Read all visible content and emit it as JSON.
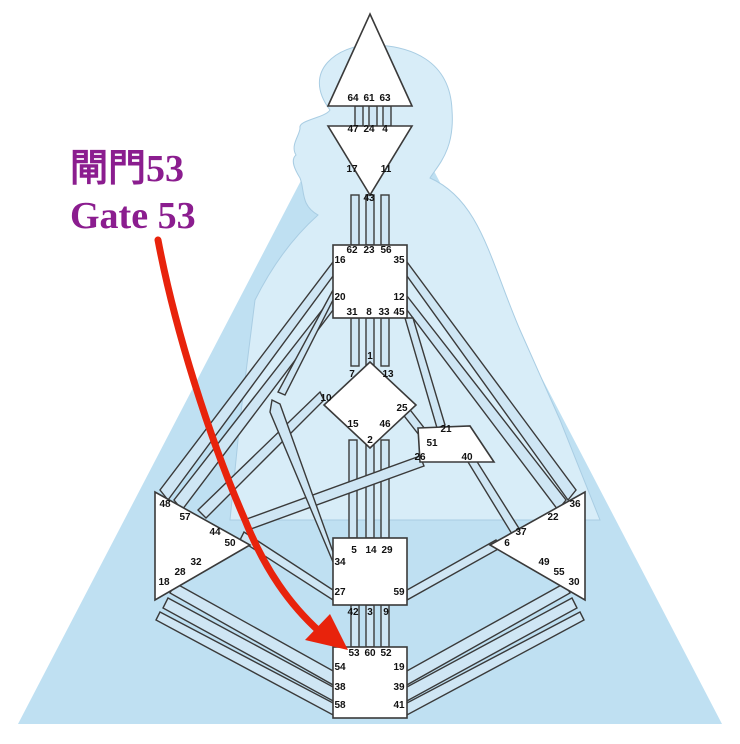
{
  "callout": {
    "title_zh": "閘門53",
    "title_en": "Gate 53",
    "highlight_gate": "53",
    "arrow_color": "#e8230c",
    "text_color": "#8b1d8f"
  },
  "colors": {
    "triangle_fill": "#bfe0f2",
    "figure_fill": "#d8edf8",
    "center_fill": "#ffffff",
    "channel_fill": "#cfe6f4",
    "stroke": "#3a3a3a"
  },
  "gates": [
    {
      "id": "64",
      "label": "64"
    },
    {
      "id": "61",
      "label": "61"
    },
    {
      "id": "63",
      "label": "63"
    },
    {
      "id": "47",
      "label": "47"
    },
    {
      "id": "24",
      "label": "24"
    },
    {
      "id": "4",
      "label": "4"
    },
    {
      "id": "17",
      "label": "17"
    },
    {
      "id": "11",
      "label": "11"
    },
    {
      "id": "43",
      "label": "43"
    },
    {
      "id": "62",
      "label": "62"
    },
    {
      "id": "23",
      "label": "23"
    },
    {
      "id": "56",
      "label": "56"
    },
    {
      "id": "16",
      "label": "16"
    },
    {
      "id": "35",
      "label": "35"
    },
    {
      "id": "20",
      "label": "20"
    },
    {
      "id": "12",
      "label": "12"
    },
    {
      "id": "31",
      "label": "31"
    },
    {
      "id": "8",
      "label": "8"
    },
    {
      "id": "33",
      "label": "33"
    },
    {
      "id": "45",
      "label": "45"
    },
    {
      "id": "1",
      "label": "1"
    },
    {
      "id": "7",
      "label": "7"
    },
    {
      "id": "13",
      "label": "13"
    },
    {
      "id": "10",
      "label": "10"
    },
    {
      "id": "25",
      "label": "25"
    },
    {
      "id": "15",
      "label": "15"
    },
    {
      "id": "46",
      "label": "46"
    },
    {
      "id": "2",
      "label": "2"
    },
    {
      "id": "21",
      "label": "21"
    },
    {
      "id": "51",
      "label": "51"
    },
    {
      "id": "26",
      "label": "26"
    },
    {
      "id": "40",
      "label": "40"
    },
    {
      "id": "48",
      "label": "48"
    },
    {
      "id": "57",
      "label": "57"
    },
    {
      "id": "44",
      "label": "44"
    },
    {
      "id": "50",
      "label": "50"
    },
    {
      "id": "32",
      "label": "32"
    },
    {
      "id": "28",
      "label": "28"
    },
    {
      "id": "18",
      "label": "18"
    },
    {
      "id": "36",
      "label": "36"
    },
    {
      "id": "22",
      "label": "22"
    },
    {
      "id": "37",
      "label": "37"
    },
    {
      "id": "6",
      "label": "6"
    },
    {
      "id": "49",
      "label": "49"
    },
    {
      "id": "55",
      "label": "55"
    },
    {
      "id": "30",
      "label": "30"
    },
    {
      "id": "5",
      "label": "5"
    },
    {
      "id": "14",
      "label": "14"
    },
    {
      "id": "29",
      "label": "29"
    },
    {
      "id": "34",
      "label": "34"
    },
    {
      "id": "27",
      "label": "27"
    },
    {
      "id": "59",
      "label": "59"
    },
    {
      "id": "42",
      "label": "42"
    },
    {
      "id": "3",
      "label": "3"
    },
    {
      "id": "9",
      "label": "9"
    },
    {
      "id": "53",
      "label": "53"
    },
    {
      "id": "60",
      "label": "60"
    },
    {
      "id": "52",
      "label": "52"
    },
    {
      "id": "54",
      "label": "54"
    },
    {
      "id": "19",
      "label": "19"
    },
    {
      "id": "38",
      "label": "38"
    },
    {
      "id": "39",
      "label": "39"
    },
    {
      "id": "58",
      "label": "58"
    },
    {
      "id": "41",
      "label": "41"
    }
  ]
}
